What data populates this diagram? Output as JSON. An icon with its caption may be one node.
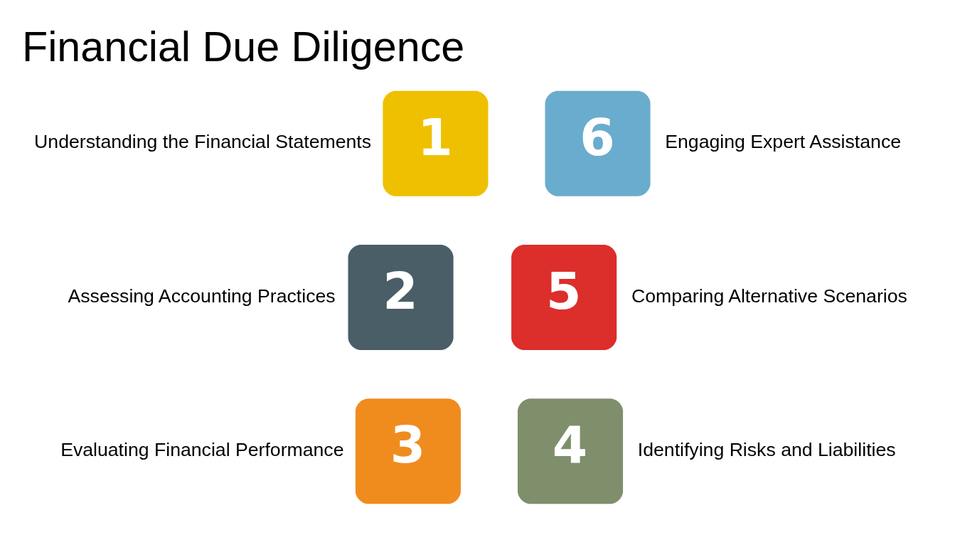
{
  "diagram": {
    "title": "Financial Due Diligence",
    "nodes": [
      {
        "text": [
          "1"
        ],
        "beside": [
          "Understanding the Financial Statements"
        ]
      },
      {
        "text": [
          "6"
        ],
        "beside": [
          "Engaging Expert Assistance"
        ]
      },
      {
        "text": [
          "2"
        ],
        "beside": [
          "Assessing Accounting Practices"
        ]
      },
      {
        "text": [
          "5"
        ],
        "beside": [
          "Comparing Alternative Scenarios"
        ]
      },
      {
        "text": [
          "3"
        ],
        "beside": [
          "Evaluating Financial Performance"
        ]
      },
      {
        "text": [
          "4"
        ],
        "beside": [
          "Identifying Risks and Liabilities"
        ]
      }
    ],
    "edges": []
  }
}
